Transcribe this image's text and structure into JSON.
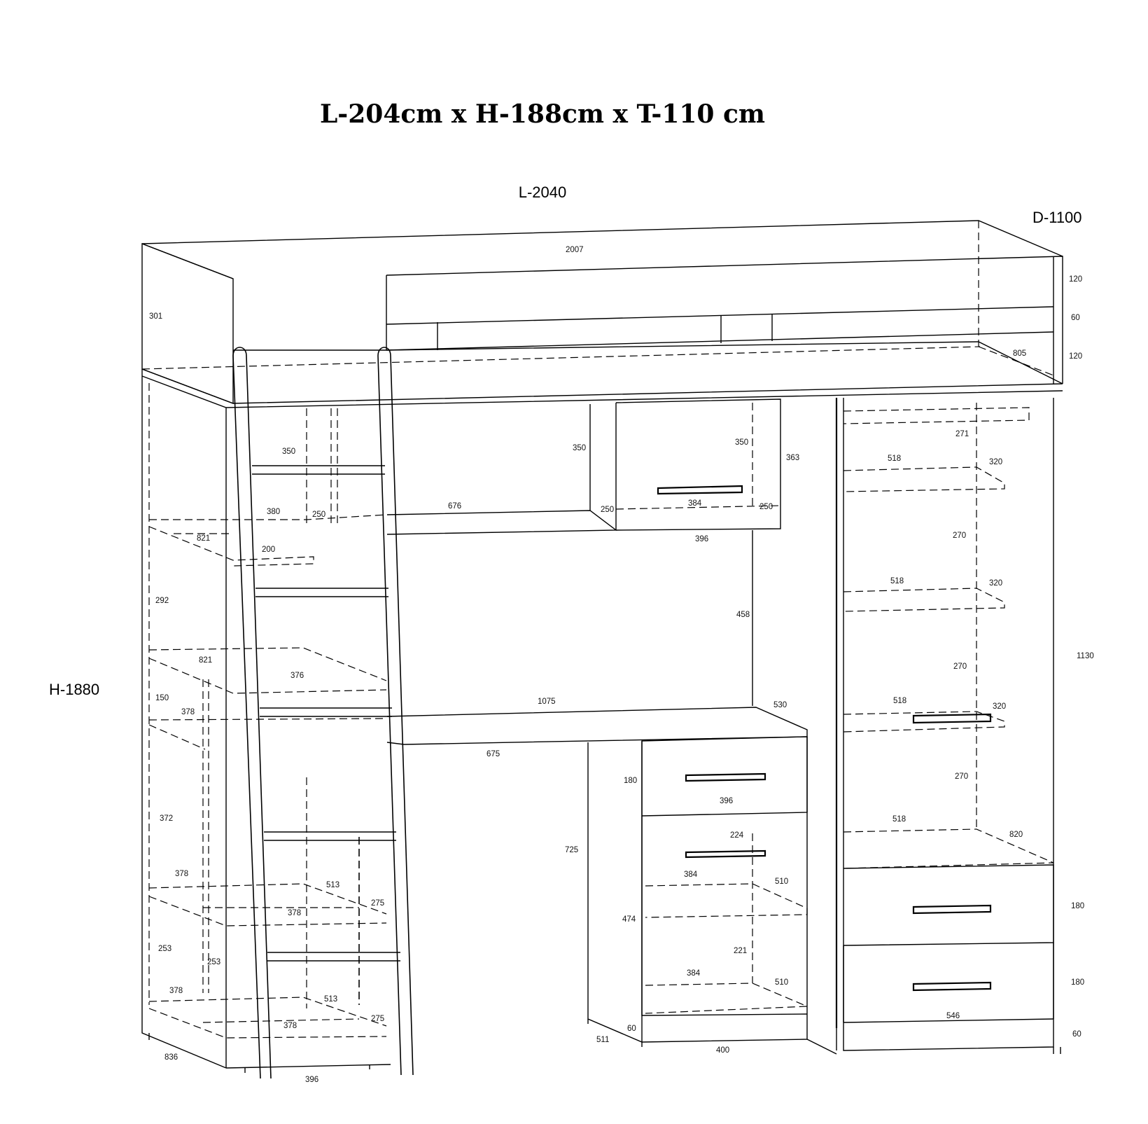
{
  "title": "L-204cm x H-188cm x T-110 cm",
  "overall": {
    "length": "L-2040",
    "depth": "D-1100",
    "height": "H-1880"
  },
  "dimensions": [
    "2007",
    "301",
    "120",
    "60",
    "120",
    "805",
    "350",
    "350",
    "350",
    "363",
    "676",
    "380",
    "250",
    "250",
    "384",
    "250",
    "396",
    "821",
    "200",
    "292",
    "821",
    "376",
    "150",
    "378",
    "1075",
    "530",
    "675",
    "458",
    "372",
    "180",
    "396",
    "725",
    "224",
    "378",
    "513",
    "275",
    "378",
    "384",
    "510",
    "474",
    "221",
    "253",
    "253",
    "384",
    "510",
    "378",
    "513",
    "275",
    "378",
    "60",
    "511",
    "400",
    "836",
    "396",
    "271",
    "518",
    "320",
    "270",
    "518",
    "320",
    "270",
    "518",
    "320",
    "1130",
    "270",
    "518",
    "820",
    "180",
    "180",
    "546",
    "60"
  ],
  "colors": {
    "line": "#000000",
    "background": "#ffffff"
  }
}
